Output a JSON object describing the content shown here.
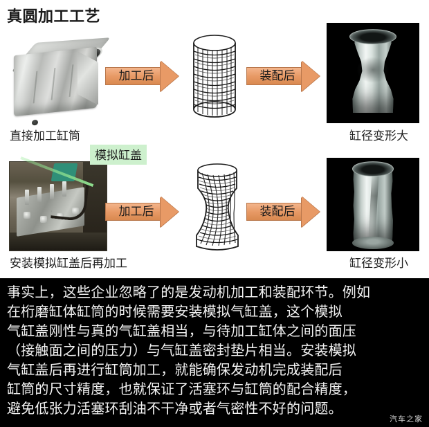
{
  "page": {
    "title": "真圆加工工艺",
    "watermark": "汽车之家"
  },
  "colors": {
    "arrow_fill": "#e89a66",
    "arrow_border": "#b8764a",
    "label_green": "#cdf0cd",
    "text_block_bg": "#000000",
    "page_bg": "#ffffff"
  },
  "rows": [
    {
      "id": "row-direct-machining",
      "source": {
        "name": "engine-block-photo",
        "caption": "直接加工缸筒"
      },
      "arrow1": {
        "label": "加工后"
      },
      "mesh": {
        "name": "mesh-cylinder-straight"
      },
      "arrow2": {
        "label": "装配后"
      },
      "result": {
        "name": "deformed-cylinder-large",
        "caption": "缸径变形大"
      }
    },
    {
      "id": "row-with-simulated-head",
      "source": {
        "name": "machining-station-photo",
        "caption": "安装模拟缸盖后再加工",
        "callout": "模拟缸盖"
      },
      "arrow1": {
        "label": "加工后"
      },
      "mesh": {
        "name": "mesh-cylinder-waisted"
      },
      "arrow2": {
        "label": "装配后"
      },
      "result": {
        "name": "deformed-cylinder-small",
        "caption": "缸径变形小"
      }
    }
  ],
  "body": {
    "lines": [
      "事实上，这些企业忽略了的是发动机加工和装配环节。例如",
      "在桁磨缸体缸筒的时候需要安装模拟气缸盖，这个模拟",
      "气缸盖刚性与真的气缸盖相当，与待加工缸体之间的面压",
      "（接触面之间的压力）与气缸盖密封垫片相当。安装模拟",
      "气缸盖后再进行缸筒加工，就能确保发动机完成装配后",
      "缸筒的尺寸精度，也就保证了活塞环与缸筒的配合精度，",
      "避免低张力活塞环刮油不干净或者气密性不好的问题。"
    ]
  }
}
